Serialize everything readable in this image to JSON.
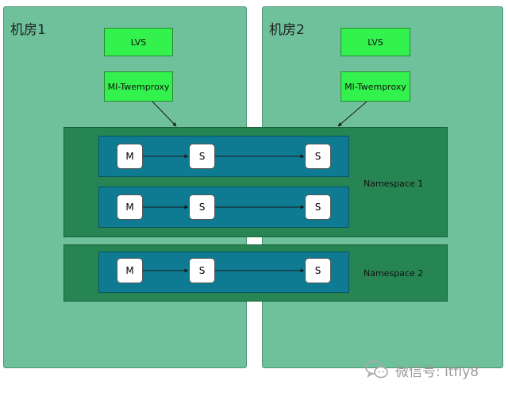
{
  "rooms": [
    {
      "title": "机房1"
    },
    {
      "title": "机房2"
    }
  ],
  "room1": {
    "lvs": "LVS",
    "proxy": "MI-Twemproxy"
  },
  "room2": {
    "lvs": "LVS",
    "proxy": "MI-Twemproxy"
  },
  "namespaces": [
    {
      "label": "Namespace 1"
    },
    {
      "label": "Namespace 2"
    }
  ],
  "nodes": {
    "master": "M",
    "slave": "S"
  },
  "watermark": {
    "text": "微信号: itfly8",
    "icon": "wechat-icon"
  },
  "colors": {
    "room": "#6ec19b",
    "component": "#33f24d",
    "namespace": "#268552",
    "replica_row": "#0e7b92"
  }
}
